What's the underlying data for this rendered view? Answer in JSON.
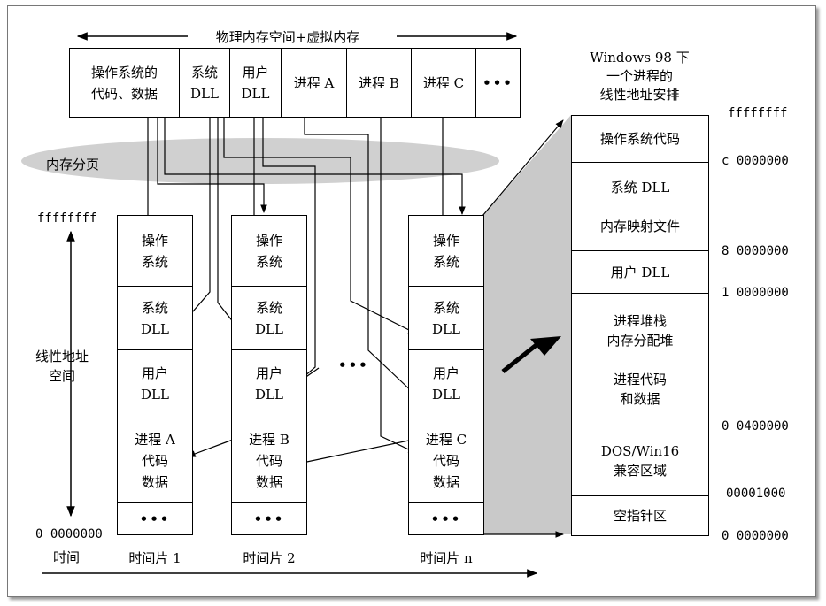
{
  "top_bar": {
    "title": "物理内存空间+虚拟内存",
    "cells": [
      "操作系统的\n代码、数据",
      "系统\nDLL",
      "用户\nDLL",
      "进程 A",
      "进程 B",
      "进程 C",
      "•••"
    ]
  },
  "paging_label": "内存分页",
  "linear_axis": {
    "top_value": "ffffffff",
    "label": "线性地址\n空间",
    "bottom_value": "0 0000000",
    "time_label": "时间"
  },
  "columns": [
    {
      "cells": [
        "操作\n系统",
        "系统\nDLL",
        "用户\nDLL",
        "进程 A\n代码\n数据",
        "•••"
      ],
      "time_label": "时间片 1"
    },
    {
      "cells": [
        "操作\n系统",
        "系统\nDLL",
        "用户\nDLL",
        "进程 B\n代码\n数据",
        "•••"
      ],
      "time_label": "时间片 2"
    },
    {
      "cells": [
        "操作\n系统",
        "系统\nDLL",
        "用户\nDLL",
        "进程 C\n代码\n数据",
        "•••"
      ],
      "time_label": "时间片 n"
    }
  ],
  "between_dots": "•••",
  "win98": {
    "title": "Windows 98 下\n一个进程的\n线性地址安排",
    "sections": [
      {
        "text": "操作系统代码"
      },
      {
        "text": "系统 DLL\n\n内存映射文件"
      },
      {
        "text": "用户 DLL"
      },
      {
        "text": "进程堆栈\n内存分配堆\n\n进程代码\n和数据"
      },
      {
        "text": "DOS/Win16\n兼容区域"
      },
      {
        "text": "空指针区"
      }
    ],
    "addresses": [
      "ffffffff",
      "c 0000000",
      "8 0000000",
      "1 0000000",
      "0 0400000",
      "00001000",
      "0 0000000"
    ]
  }
}
